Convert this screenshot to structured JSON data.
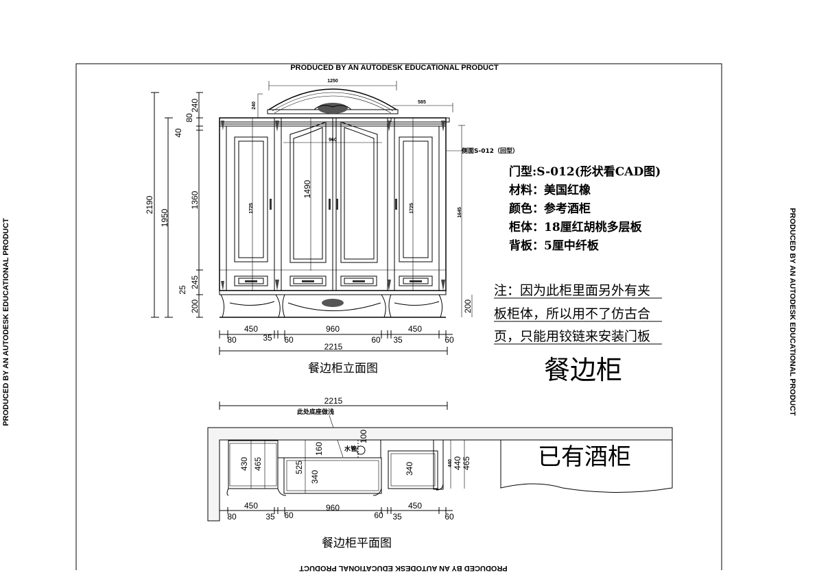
{
  "watermark": "PRODUCED BY AN AUTODESK EDUCATIONAL PRODUCT",
  "elevation": {
    "caption": "餐边柜立面图",
    "top_dims": {
      "arch_width": "1250",
      "side_top": "585",
      "arch_height": "240",
      "inner_width": "960"
    },
    "left_dims": {
      "total": "2190",
      "body": "1950",
      "crown": "240",
      "cornice": "80",
      "gap_top": "40",
      "door": "1360",
      "drawer": "245",
      "gap_bottom": "25",
      "base": "200"
    },
    "inner_dims": {
      "left_door": "1725",
      "center_door": "1490",
      "right_door": "1725",
      "side_height": "1645",
      "right_base": "200"
    },
    "bottom_dims": {
      "a": "450",
      "b": "960",
      "c": "450",
      "d80": "80",
      "d35a": "35",
      "d60a": "60",
      "d60b": "60",
      "d35b": "35",
      "d60c": "60",
      "total": "2215"
    },
    "side_label": "侧面S-012（回型）"
  },
  "specs": [
    "门型:S-012(形状看CAD图)",
    "材料：美国红橡",
    "颜色：参考酒柜",
    "柜体：18厘红胡桃多层板",
    "背板：5厘中纤板"
  ],
  "note": [
    "注：因为此柜里面另外有夹",
    "板柜体，所以用不了仿古合",
    "页，只能用铰链来安装门板"
  ],
  "title": "餐边柜",
  "plan": {
    "caption": "餐边柜平面图",
    "total": "2215",
    "base_note": "此处底座做浅",
    "pipe_label": "水管",
    "dims": {
      "d430": "430",
      "d465": "465",
      "d525": "525",
      "d160": "160",
      "d340a": "340",
      "d100": "100",
      "d340b": "340",
      "d440a": "440",
      "d440b": "440",
      "d465b": "465"
    },
    "bottom_dims": {
      "a": "450",
      "b": "960",
      "c": "450",
      "d80": "80",
      "d35a": "35",
      "d60a": "60",
      "d60b": "60",
      "d35b": "35",
      "d60c": "60"
    },
    "existing_label": "已有酒柜"
  }
}
